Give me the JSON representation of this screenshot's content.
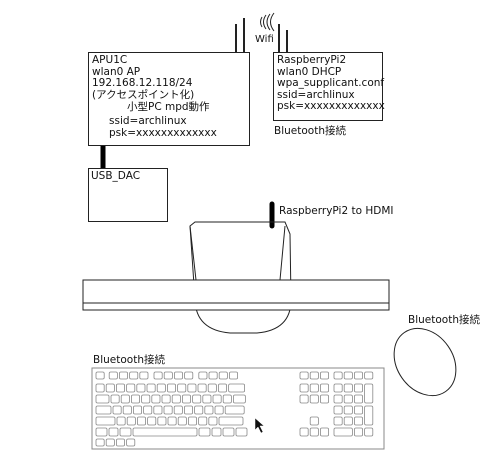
{
  "wifi": {
    "label": "Wifi",
    "icon": "wifi-signal-icon"
  },
  "apu": {
    "lines": [
      "APU1C",
      "wlan0 AP",
      "192.168.12.118/24",
      "(アクセスポイント化)"
    ],
    "caption": "小型PC mpd動作",
    "ssid": "ssid=archlinux",
    "psk": "psk=xxxxxxxxxxxxx"
  },
  "rpi": {
    "lines": [
      "RaspberryPi2",
      "wlan0 DHCP",
      "wpa_supplicant.conf",
      "ssid=archlinux",
      "psk=xxxxxxxxxxxxx"
    ],
    "bt_label": "Bluetooth接続"
  },
  "usb_dac": {
    "label": "USB_DAC"
  },
  "hdmi": {
    "label": "RaspberryPi2 to HDMI"
  },
  "mouse": {
    "label": "Bluetooth接続"
  },
  "keyboard": {
    "label": "Bluetooth接続"
  },
  "colors": {
    "line": "#222222",
    "cable": "#000000",
    "crosshair": "#cc2222",
    "key": "#888888"
  }
}
